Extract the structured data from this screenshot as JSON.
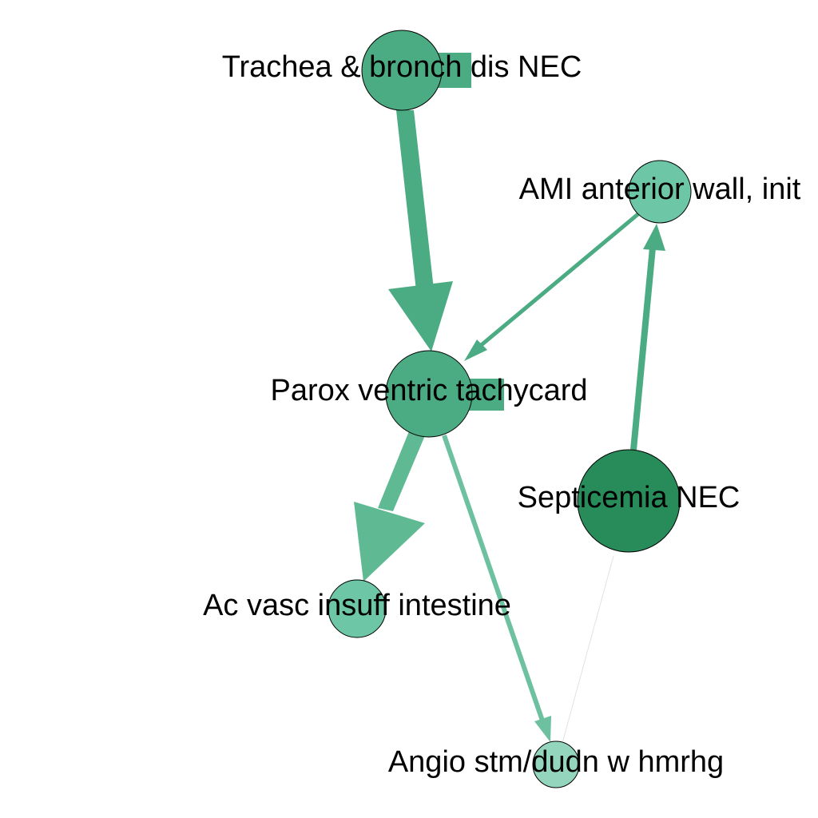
{
  "graph": {
    "nodes": [
      {
        "id": "trachea",
        "label": "Trachea & bronch dis NEC",
        "color": "#4bab82"
      },
      {
        "id": "ami",
        "label": "AMI anterior wall, init",
        "color": "#6dc6a6"
      },
      {
        "id": "parox",
        "label": "Parox ventric tachycard",
        "color": "#4bab82"
      },
      {
        "id": "septicemia",
        "label": "Septicemia NEC",
        "color": "#278c59"
      },
      {
        "id": "acvasc",
        "label": "Ac vasc insuff intestine",
        "color": "#6dc6a6"
      },
      {
        "id": "angio",
        "label": "Angio stm/dudn w hmrhg",
        "color": "#93d5bd"
      }
    ],
    "edges": [
      {
        "from": "trachea",
        "to": "trachea",
        "type": "self-loop",
        "color": "#4bab82"
      },
      {
        "from": "trachea",
        "to": "parox",
        "type": "arrow",
        "color": "#4bab82"
      },
      {
        "from": "ami",
        "to": "parox",
        "type": "arrow",
        "color": "#4bab82"
      },
      {
        "from": "septicemia",
        "to": "ami",
        "type": "arrow",
        "color": "#4bab82"
      },
      {
        "from": "parox",
        "to": "parox",
        "type": "self-loop",
        "color": "#4bab82"
      },
      {
        "from": "parox",
        "to": "acvasc",
        "type": "arrow",
        "color": "#5fba94"
      },
      {
        "from": "parox",
        "to": "angio",
        "type": "arrow",
        "color": "#6dc0a0"
      },
      {
        "from": "septicemia",
        "to": "angio",
        "type": "faint-line",
        "color": "#e2e2e2"
      }
    ]
  }
}
